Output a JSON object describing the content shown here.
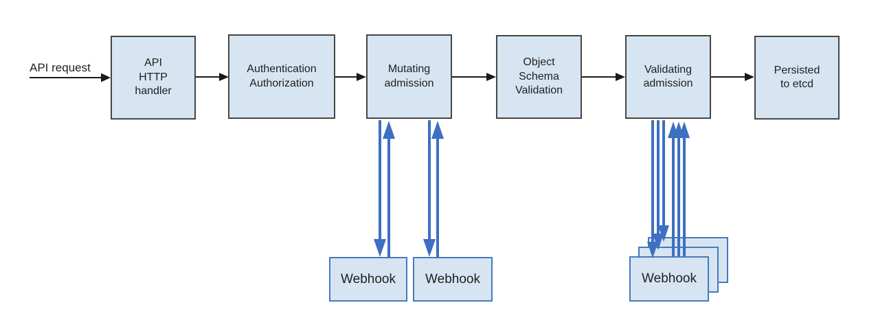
{
  "diagram": {
    "input_label": "API request",
    "nodes": [
      {
        "id": "api-http-handler",
        "label": "API\nHTTP\nhandler"
      },
      {
        "id": "authentication-authorization",
        "label": "Authentication\nAuthorization"
      },
      {
        "id": "mutating-admission",
        "label": "Mutating\nadmission"
      },
      {
        "id": "object-schema-validation",
        "label": "Object\nSchema\nValidation"
      },
      {
        "id": "validating-admission",
        "label": "Validating\nadmission"
      },
      {
        "id": "persisted-to-etcd",
        "label": "Persisted\nto etcd"
      }
    ],
    "webhooks": {
      "mutating": [
        "Webhook",
        "Webhook"
      ],
      "validating_front": "Webhook"
    }
  },
  "colors": {
    "box-fill": "#d7e5f2",
    "box-border": "#454545",
    "webhook-border": "#4679bd",
    "arrow-blue": "#3d6fc2",
    "arrow-black": "#1a1a1a",
    "text": "#1f1f1f"
  }
}
